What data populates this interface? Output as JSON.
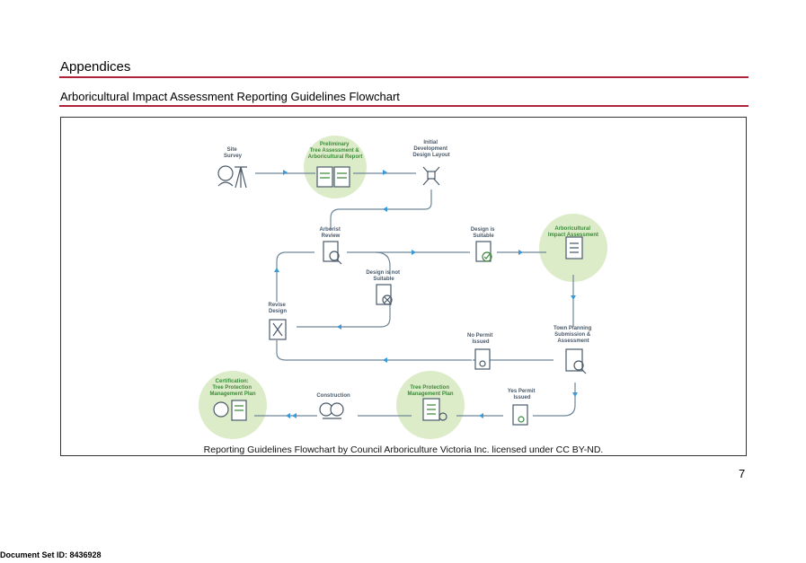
{
  "page": {
    "heading": "Appendices",
    "subheading": "Arboricultural Impact Assessment Reporting Guidelines Flowchart",
    "caption": "Reporting Guidelines Flowchart by Council Arboriculture Victoria Inc. licensed under CC BY-ND.",
    "page_number": "7",
    "document_set_id": "Document Set ID: 8436928"
  },
  "accent_color": "#b0223a",
  "flowchart": {
    "nodes": {
      "site_survey": [
        "Site",
        "Survey"
      ],
      "preliminary": [
        "Preliminary",
        "Tree Assessment &",
        "Arboricultural Report"
      ],
      "initial_design": [
        "Initial",
        "Development",
        "Design Layout"
      ],
      "arborist_review": [
        "Arborist",
        "Review"
      ],
      "design_suitable": [
        "Design is",
        "Suitable"
      ],
      "impact_assessment": [
        "Arboricultural",
        "Impact Assessment"
      ],
      "design_not_suitable": [
        "Design is not",
        "Suitable"
      ],
      "revise_design": [
        "Revise",
        "Design"
      ],
      "no_permit": [
        "No Permit",
        "Issued"
      ],
      "town_planning": [
        "Town Planning",
        "Submission &",
        "Assessment"
      ],
      "certification": [
        "Certification:",
        "Tree Protection",
        "Management Plan"
      ],
      "construction": [
        "Construction"
      ],
      "tpmp": [
        "Tree Protection",
        "Management Plan"
      ],
      "yes_permit": [
        "Yes Permit",
        "Issued"
      ]
    }
  }
}
